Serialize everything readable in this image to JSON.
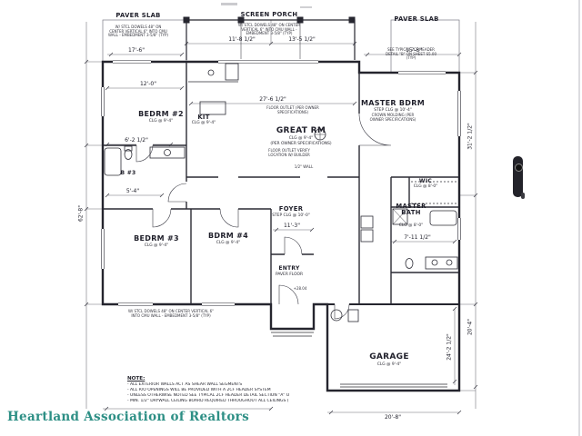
{
  "colors": {
    "brand_teal": "#2d8f85",
    "ink": "#23232c"
  },
  "footer": {
    "brand": "Heartland Association of Realtors"
  },
  "rooms": {
    "paver_slab_left": {
      "label": "PAVER SLAB"
    },
    "screen_porch": {
      "label": "SCREEN PORCH"
    },
    "paver_slab_right": {
      "label": "PAVER SLAB"
    },
    "bedrm2": {
      "label": "BEDRM #2",
      "sub": "CLG @ 9'-4\""
    },
    "kit": {
      "label": "KIT",
      "sub": "CLG @ 9'-4\""
    },
    "great_rm": {
      "label": "GREAT RM",
      "sub": "CLG @ 9'-4\"",
      "sub2": "(PER OWNER SPECIFICATIONS)"
    },
    "master_bdrm": {
      "label": "MASTER BDRM",
      "sub": "STEP CLG @ 10'-4\"",
      "sub2": "CROWN MOLDING (PER OWNER SPECIFICATIONS)"
    },
    "b3": {
      "label": "B #3"
    },
    "wic": {
      "label": "WIC",
      "sub": "CLG @ 8'-0\""
    },
    "master_bath": {
      "label": "MASTER BATH",
      "sub": "CLG @ 8'-0\""
    },
    "foyer": {
      "label": "FOYER",
      "sub": "STEP CLG @ 10'-0\""
    },
    "bedrm3": {
      "label": "BEDRM #3",
      "sub": "CLG @ 9'-4\""
    },
    "bdrm4": {
      "label": "BDRM #4",
      "sub": "CLG @ 9'-4\""
    },
    "entry": {
      "label": "ENTRY",
      "sub": "PAVER FLOOR"
    },
    "garage": {
      "label": "GARAGE",
      "sub": "CLG @ 9'-4\""
    }
  },
  "dims": [
    "12'-0\"",
    "11'-8 1/2\"",
    "13'-5 1/2\"",
    "27'-6 1/2\"",
    "17'-6\"",
    "15'-8\"",
    "6'-2 1/2\"",
    "5'-4\"",
    "11'-3\"",
    "7'-11 1/2\"",
    "20'-8\"",
    "62'-8\"",
    "31'-2 1/2\"",
    "20'-4\"",
    "24'-2 1/2\""
  ],
  "annotations": [
    "W/ STCL DOWELS 48\" ON CENTER VERTICAL 6\" INTO CMU WALL - EMBEDMENT 3-5/8\" (TYP)",
    "W/ STCL DOWELS 48\" ON CENTER VERTICAL 6\" INTO CMU WALL - EMBEDMENT 3-5/8\" (TYP)",
    "W/ STCL DOWELS 48\" ON CENTER VERTICAL 6\" INTO CMU WALL - EMBEDMENT 3-5/8\" (TYP)",
    "FLOOR OUTLET (PER OWNER SPECIFICATIONS)",
    "FLOOR OUTLET VERIFY LOCATION W/ BUILDER",
    "SEE TYPICAL 2CF HEADER DETAIL \"B\" ON SHEET S5.00 (TYP)",
    "1/2\" WALL",
    "+28.04"
  ],
  "note_block": {
    "title": "NOTE:",
    "lines": [
      "- ALL EXTERIOR WALLS ACT AS SHEAR WALL SEGMENTS",
      "- ALL R/O OPENINGS WILL BE PROVIDED WITH A 2CF HEADER SYSTEM",
      "- UNLESS OTHERWISE NOTED SEE TYPICAL 2CF HEADER DETAIL SECTION \"A\" ON SHEET S5.00 (TYP)",
      "- MIN. 1/2\" DRYWALL CEILING BOARD REQUIRED THROUGHOUT ALL CEILINGS (TYP)"
    ]
  }
}
